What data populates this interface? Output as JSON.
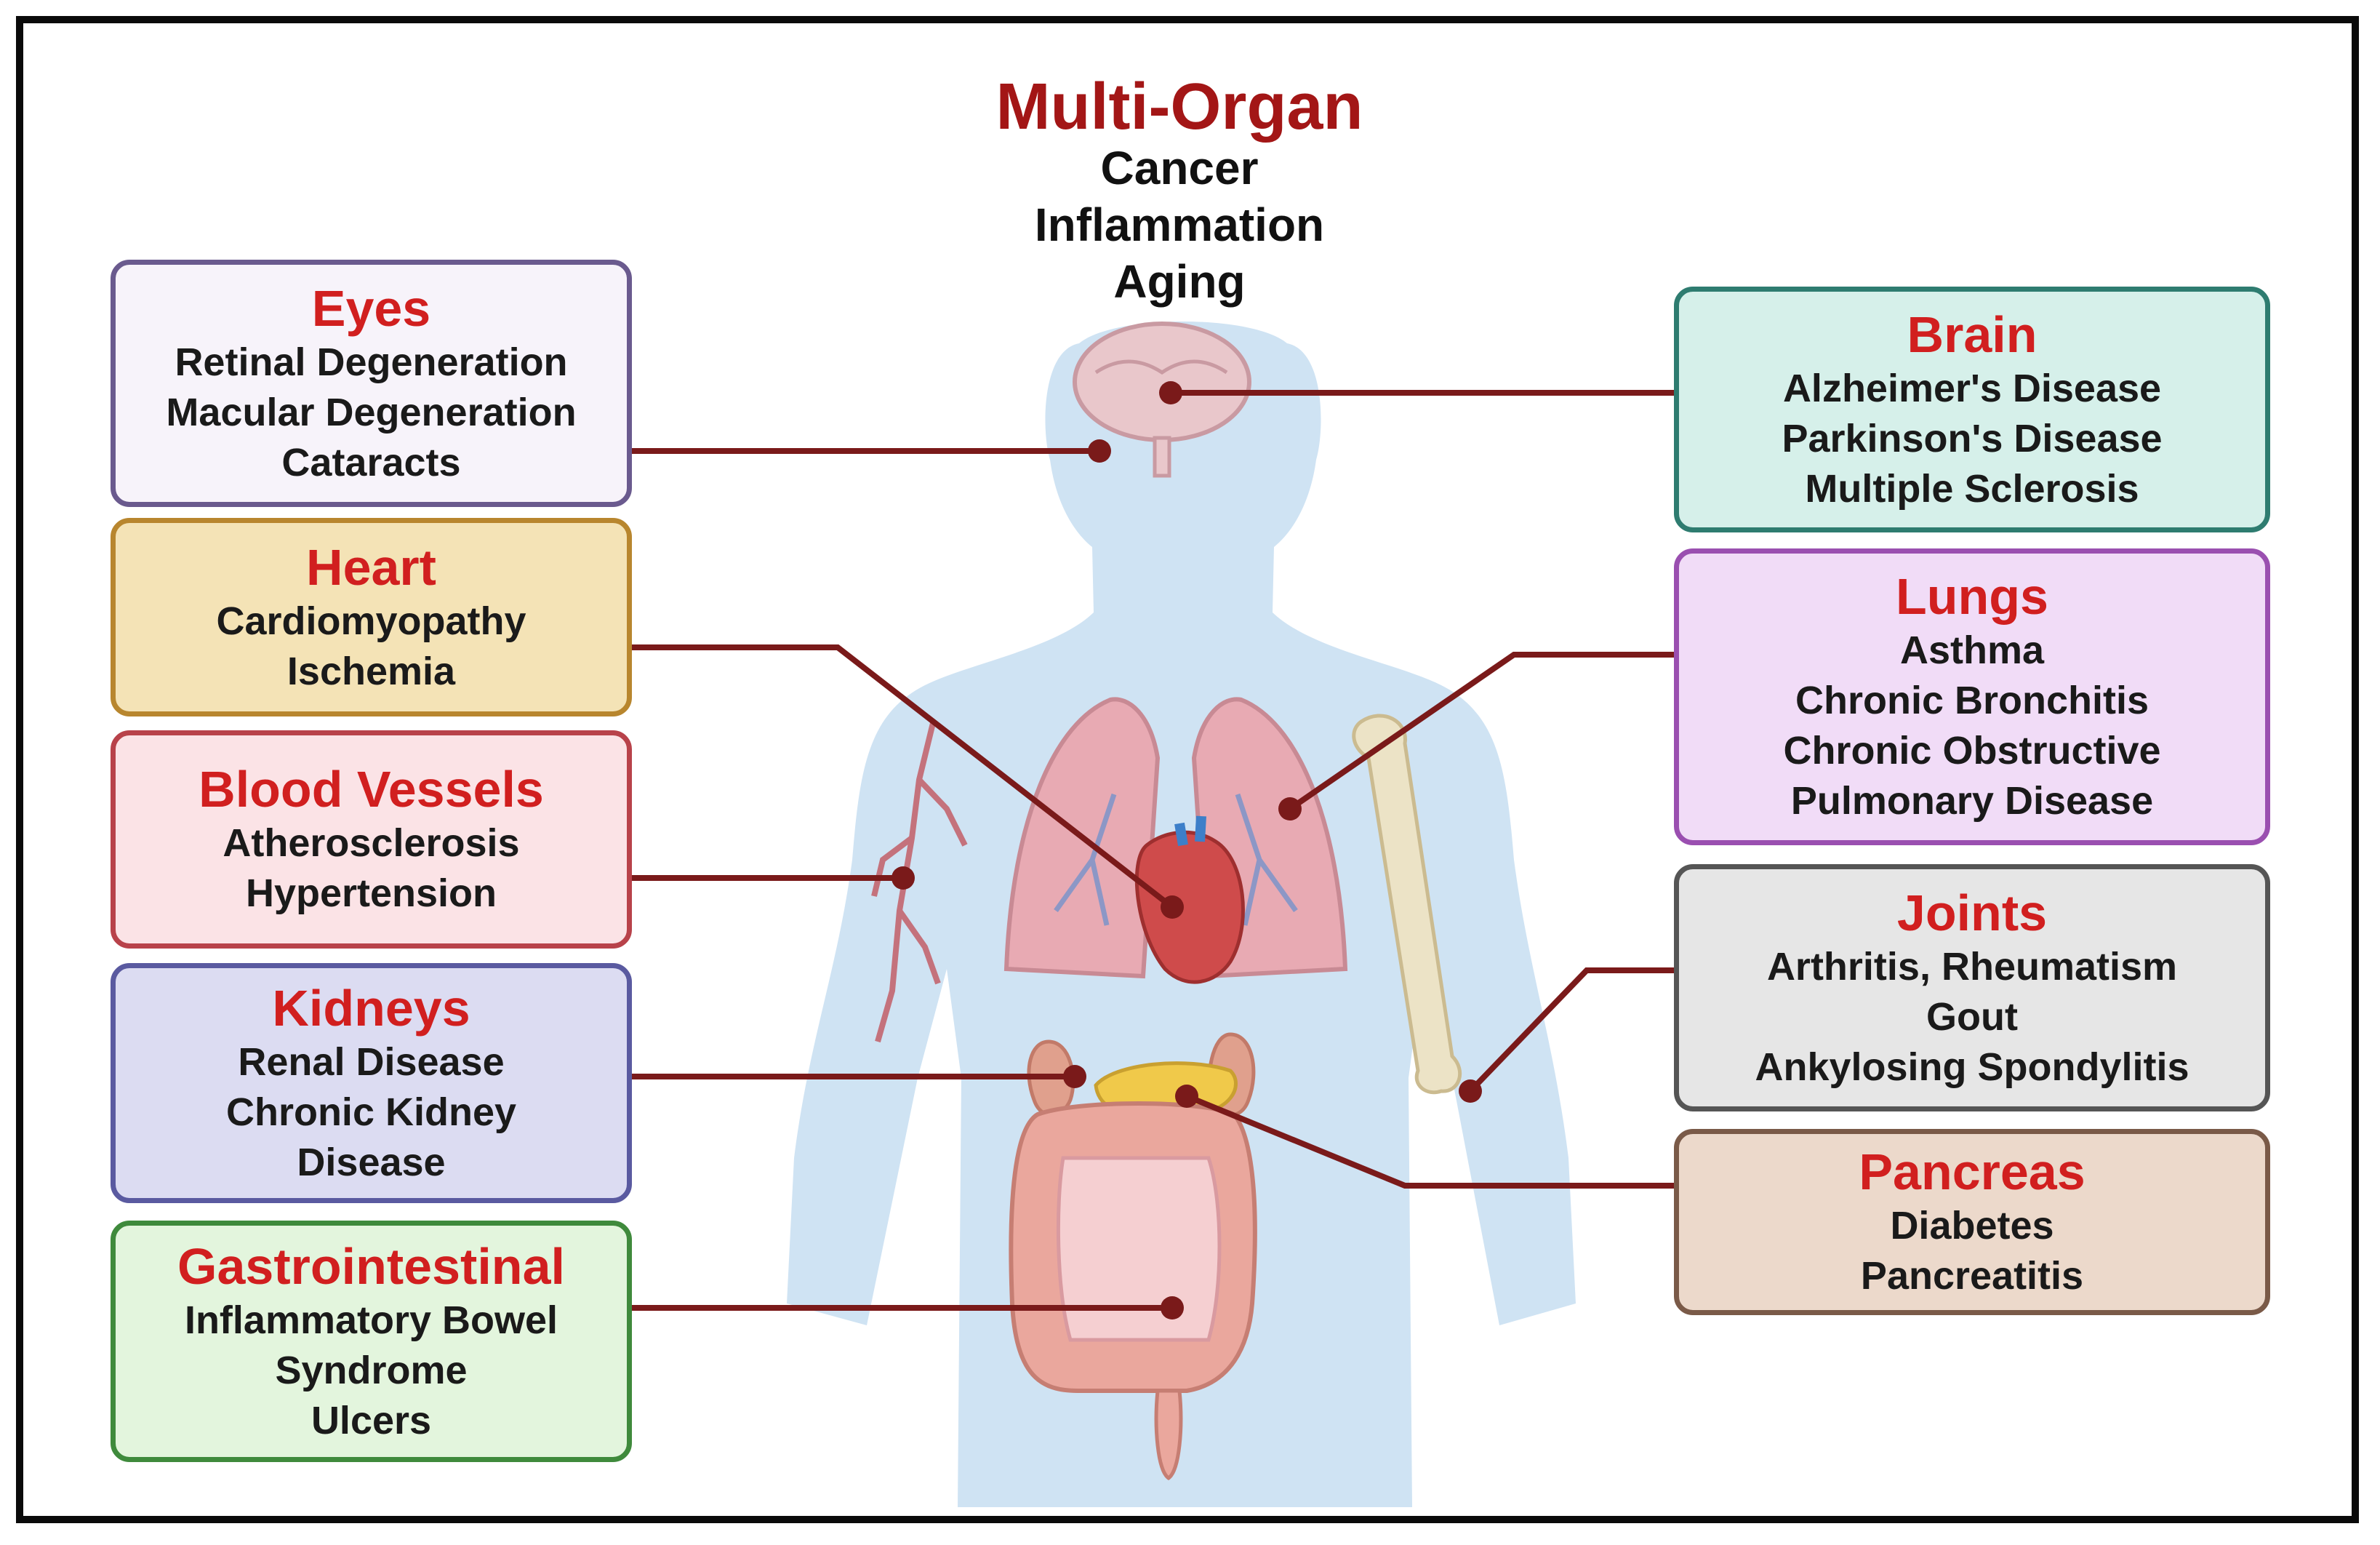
{
  "header": {
    "title": "Multi-Organ",
    "lines": [
      "Cancer",
      "Inflammation",
      "Aging"
    ],
    "title_color": "#a31616"
  },
  "boxes": {
    "eyes": {
      "title": "Eyes",
      "items": [
        "Retinal Degeneration",
        "Macular Degeneration",
        "Cataracts"
      ],
      "bg": "#f7f3fa",
      "border": "#6a5a8e",
      "title_color": "#d11f1f"
    },
    "heart": {
      "title": "Heart",
      "items": [
        "Cardiomyopathy",
        "Ischemia"
      ],
      "bg": "#f4e3b6",
      "border": "#b8862e",
      "title_color": "#d11f1f"
    },
    "blood_vessels": {
      "title": "Blood Vessels",
      "items": [
        "Atherosclerosis",
        "Hypertension"
      ],
      "bg": "#fbe3e6",
      "border": "#b8424a",
      "title_color": "#d11f1f"
    },
    "kidneys": {
      "title": "Kidneys",
      "items": [
        "Renal Disease",
        "Chronic Kidney",
        "Disease"
      ],
      "bg": "#dcdcf2",
      "border": "#5a5aa0",
      "title_color": "#d11f1f"
    },
    "gastrointestinal": {
      "title": "Gastrointestinal",
      "items": [
        "Inflammatory Bowel",
        "Syndrome",
        "Ulcers"
      ],
      "bg": "#e3f5dd",
      "border": "#3f8a3c",
      "title_color": "#d11f1f"
    },
    "brain": {
      "title": "Brain",
      "items": [
        "Alzheimer's Disease",
        "Parkinson's Disease",
        "Multiple Sclerosis"
      ],
      "bg": "#d6f0ea",
      "border": "#2e7c70",
      "title_color": "#d11f1f"
    },
    "lungs": {
      "title": "Lungs",
      "items": [
        "Asthma",
        "Chronic Bronchitis",
        "Chronic Obstructive",
        "Pulmonary Disease"
      ],
      "bg": "#f1dcf7",
      "border": "#9a4fb0",
      "title_color": "#d11f1f"
    },
    "joints": {
      "title": "Joints",
      "items": [
        "Arthritis, Rheumatism",
        "Gout",
        "Ankylosing Spondylitis"
      ],
      "bg": "#e6e6e6",
      "border": "#555555",
      "title_color": "#d11f1f"
    },
    "pancreas": {
      "title": "Pancreas",
      "items": [
        "Diabetes",
        "Pancreatitis"
      ],
      "bg": "#ecd9cb",
      "border": "#7a5a48",
      "title_color": "#d11f1f"
    }
  },
  "colors": {
    "connector": "#7a1a1a",
    "body_silhouette": "#cfe3f3"
  }
}
